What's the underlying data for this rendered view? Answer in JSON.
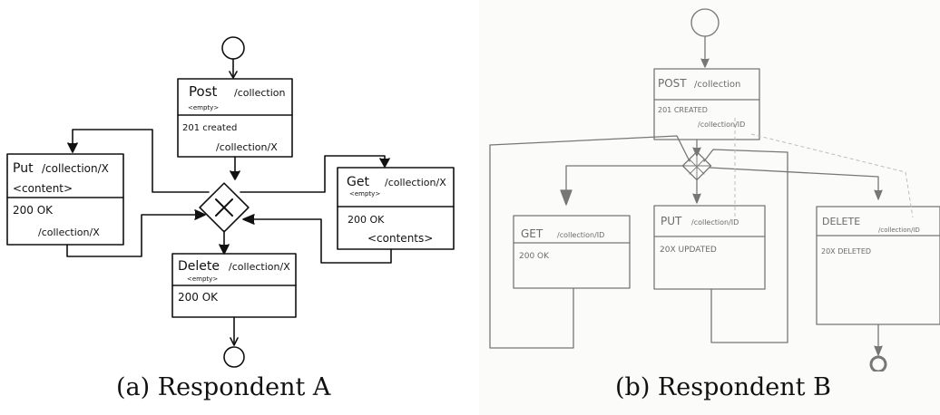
{
  "respondent_a": {
    "caption": "(a) Respondent A",
    "post": {
      "title": "Post",
      "path": "/collection",
      "body": "<empty>",
      "status": "201 created",
      "response": "/collection/X"
    },
    "put": {
      "title": "Put",
      "path": "/collection/X",
      "body": "<content>",
      "status": "200 OK",
      "response": "/collection/X"
    },
    "get": {
      "title": "Get",
      "path": "/collection/X",
      "body": "<empty>",
      "status": "200 OK",
      "response": "<contents>"
    },
    "delete": {
      "title": "Delete",
      "path": "/collection/X",
      "body": "<empty>",
      "status": "200 OK"
    },
    "gateway_symbol": "X"
  },
  "respondent_b": {
    "caption": "(b) Respondent B",
    "post": {
      "title": "POST",
      "path": "/collection",
      "status": "201 CREATED",
      "response": "/collection/ID"
    },
    "get": {
      "title": "GET",
      "path": "/collection/ID",
      "status": "200 OK"
    },
    "put": {
      "title": "PUT",
      "path": "/collection/ID",
      "status": "20X UPDATED"
    },
    "delete": {
      "title": "DELETE",
      "path": "/collection/ID",
      "status": "20X DELETED"
    }
  }
}
